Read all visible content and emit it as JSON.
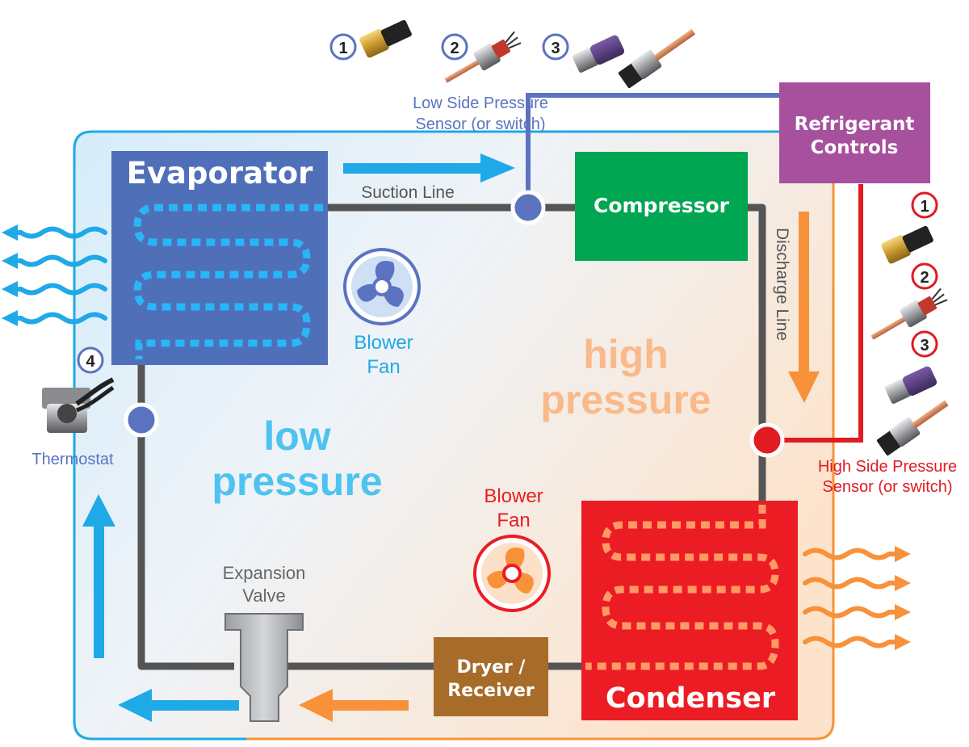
{
  "labels": {
    "evaporator": "Evaporator",
    "compressor": "Compressor",
    "condenser": "Condenser",
    "refrigerant_controls": [
      "Refrigerant",
      "Controls"
    ],
    "dryer": [
      "Dryer /",
      "Receiver"
    ],
    "suction_line": "Suction Line",
    "discharge_line": "Discharge Line",
    "low_side_sensor": [
      "Low Side Pressure",
      "Sensor (or switch)"
    ],
    "high_side_sensor": [
      "High Side Pressure",
      "Sensor (or switch)"
    ],
    "blower_fan": [
      "Blower",
      "Fan"
    ],
    "high_pressure": [
      "high",
      "pressure"
    ],
    "low_pressure": [
      "low",
      "pressure"
    ],
    "expansion_valve": [
      "Expansion",
      "Valve"
    ],
    "thermostat": "Thermostat"
  },
  "badges": {
    "one": "1",
    "two": "2",
    "three": "3",
    "four": "4"
  },
  "colors": {
    "low_blue": "#1fa9e6",
    "high_orange": "#f7923a",
    "evaporator": "#4f6fb9",
    "compressor": "#00a651",
    "condenser": "#ec1c24",
    "refrigerant_controls": "#a7509e",
    "dryer": "#a86c2a",
    "pipe": "#555555",
    "sensor_line_low": "#5b73c0",
    "sensor_line_high": "#e01b22"
  },
  "icons": [
    "fan-icon",
    "pressure-sensor-icon",
    "thermostat-icon",
    "expansion-valve-icon",
    "wavy-arrow-icon"
  ]
}
